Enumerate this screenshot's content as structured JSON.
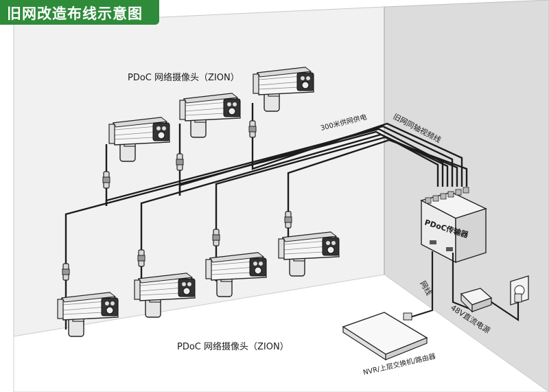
{
  "title": "旧网改造布线示意图",
  "labels": {
    "camera_group_top": "PDoC 网络摄像头（ZION）",
    "camera_group_bottom": "PDoC 网络摄像头（ZION）",
    "power_note": "300米供网供电",
    "coax_note": "旧网同轴视频线",
    "transmitter": "PDoC传输器",
    "network_cable": "网线",
    "power_supply": "48V直流电源",
    "nvr": "NVR/上层交换机/路由器"
  },
  "colors": {
    "title_bg": "#2e8b3a",
    "wall": "#f1f1f1",
    "side_wall": "#dcdcdc",
    "cable": "#1c1c1c"
  }
}
